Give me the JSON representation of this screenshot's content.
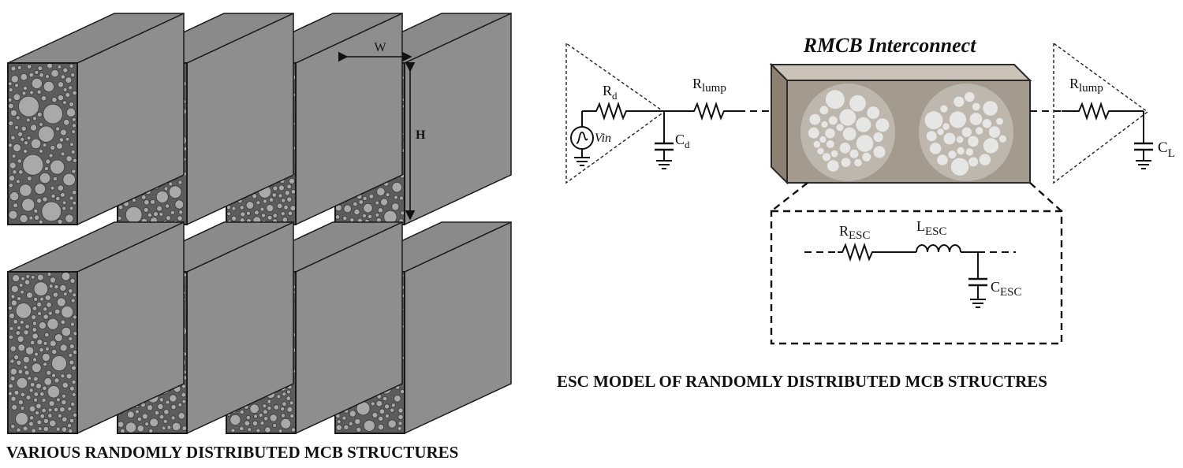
{
  "left_panel": {
    "caption": "VARIOUS RANDOMLY DISTRIBUTED MCB STRUCTURES",
    "dimension_labels": {
      "width": "W",
      "height": "H"
    },
    "colors": {
      "front_face": "#5c5c5c",
      "top_face": "#8a8a8a",
      "side_face": "#8e8e8e",
      "bundle": "#a9a9a9",
      "outline": "#1a1a1a"
    },
    "rows": 2,
    "blocks_per_row": 4
  },
  "right_panel": {
    "caption": "ESC MODEL OF RANDOMLY DISTRIBUTED MCB STRUCTRES",
    "interconnect_title": "RMCB Interconnect",
    "labels": {
      "source": "Vin",
      "driver_resistor": {
        "main": "R",
        "sub": "d"
      },
      "driver_capacitor": {
        "main": "C",
        "sub": "d"
      },
      "lump_resistor_left": {
        "main": "R",
        "sub": "lump"
      },
      "lump_resistor_right": {
        "main": "R",
        "sub": "lump"
      },
      "load_capacitor": {
        "main": "C",
        "sub": "L"
      },
      "esc_resistor": {
        "main": "R",
        "sub": "ESC"
      },
      "esc_inductor": {
        "main": "L",
        "sub": "ESC"
      },
      "esc_capacitor": {
        "main": "C",
        "sub": "ESC"
      }
    },
    "colors": {
      "box_front": "#a59a8e",
      "box_top": "#cbc2b8",
      "box_side": "#8c8072",
      "box_outline": "#2a2a2a",
      "tube": "#e8e8e8"
    }
  }
}
